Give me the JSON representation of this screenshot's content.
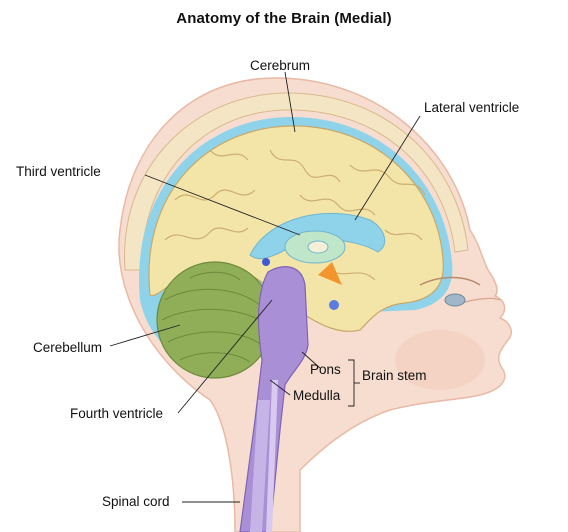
{
  "title": "Anatomy of the Brain (Medial)",
  "labels": {
    "cerebrum": "Cerebrum",
    "lateral_ventricle": "Lateral ventricle",
    "third_ventricle": "Third ventricle",
    "cerebellum": "Cerebellum",
    "pons": "Pons",
    "brain_stem": "Brain stem",
    "medulla": "Medulla",
    "fourth_ventricle": "Fourth ventricle",
    "spinal_cord": "Spinal cord"
  },
  "colors": {
    "skin": "#f6ddcf",
    "scalp_outline": "#e9b9a5",
    "skull": "#f4e6c4",
    "csf_blue": "#8fd3ea",
    "cerebrum_yellow": "#f3e5a8",
    "gyri_lines": "#c9a86a",
    "cerebellum_green": "#8fae57",
    "brainstem_purple": "#a98fd6",
    "spinal_cord_purple": "#c7b4e6",
    "eye": "#9fb7c9",
    "label_line": "#222222"
  }
}
